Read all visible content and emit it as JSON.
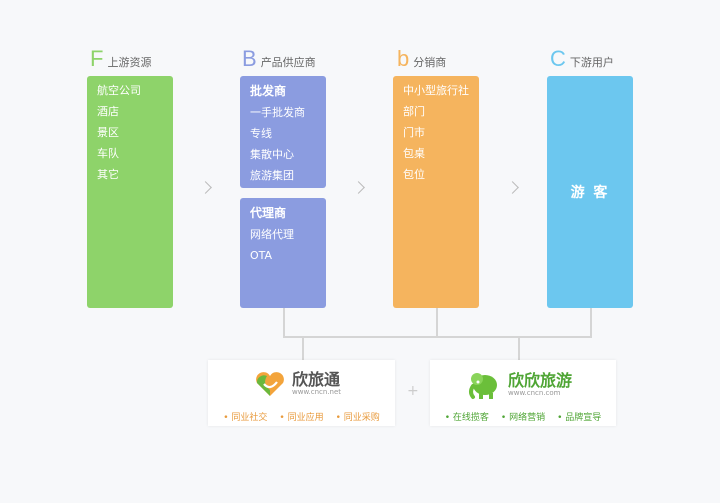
{
  "columns": [
    {
      "letter": "F",
      "title": "上游资源",
      "letter_color": "#8ed36a"
    },
    {
      "letter": "B",
      "title": "产品供应商",
      "letter_color": "#8b9ce0"
    },
    {
      "letter": "b",
      "title": "分销商",
      "letter_color": "#f5b45e"
    },
    {
      "letter": "C",
      "title": "下游用户",
      "letter_color": "#6cc7ef"
    }
  ],
  "upstream_items": [
    "航空公司",
    "酒店",
    "景区",
    "车队",
    "其它"
  ],
  "wholesaler": {
    "title": "批发商",
    "items": [
      "一手批发商",
      "专线",
      "集散中心",
      "旅游集团"
    ]
  },
  "agent": {
    "title": "代理商",
    "items": [
      "网络代理",
      "OTA"
    ]
  },
  "distributor_items": [
    "中小型旅行社",
    "部门",
    "门市",
    "包桌",
    "包位"
  ],
  "downstream_label": "游 客",
  "plus_sign": "+",
  "cards": [
    {
      "brand": "欣旅通",
      "domain": "www.cncn.net",
      "features": [
        "同业社交",
        "同业应用",
        "同业采购"
      ],
      "bullet_color": "#f5a04a"
    },
    {
      "brand": "欣欣旅游",
      "domain": "www.cncn.com",
      "features": [
        "在线揽客",
        "网络营销",
        "品牌宣导"
      ],
      "bullet_color": "#5ab63f"
    }
  ],
  "colors": {
    "green": "#8ed36a",
    "purple": "#8b9ce0",
    "orange": "#f5b45e",
    "blue": "#6cc7ef"
  },
  "icons": {
    "card1_logo": "heart-logo-icon",
    "card2_logo": "elephant-logo-icon",
    "arrow": "chevron-right-icon"
  }
}
